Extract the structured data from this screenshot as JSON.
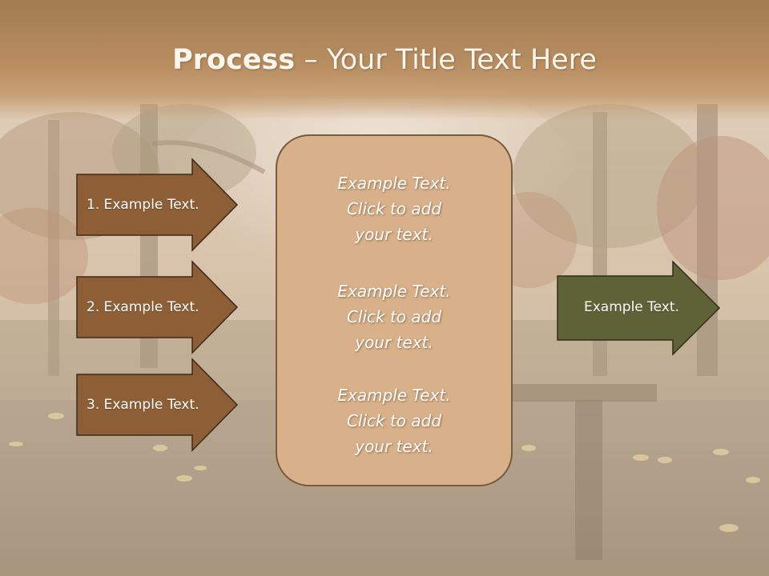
{
  "slide": {
    "title_bold": "Process",
    "title_rest": " – Your Title Text Here",
    "colors": {
      "title_band": "#b88e61",
      "left_arrow_fill": "#8e5f37",
      "right_arrow_fill": "#5e6236",
      "center_box_fill": "#d8b08a",
      "center_box_border": "#7a5a3c"
    }
  },
  "left_steps": [
    {
      "label": "1. Example Text."
    },
    {
      "label": "2. Example Text."
    },
    {
      "label": "3. Example Text."
    }
  ],
  "center_blocks": [
    {
      "lines": [
        "Example Text.",
        "Click  to add",
        "your text."
      ]
    },
    {
      "lines": [
        "Example Text.",
        "Click  to add",
        "your text."
      ]
    },
    {
      "lines": [
        "Example Text.",
        "Click  to add",
        "your text."
      ]
    }
  ],
  "result": {
    "label": "Example Text."
  }
}
